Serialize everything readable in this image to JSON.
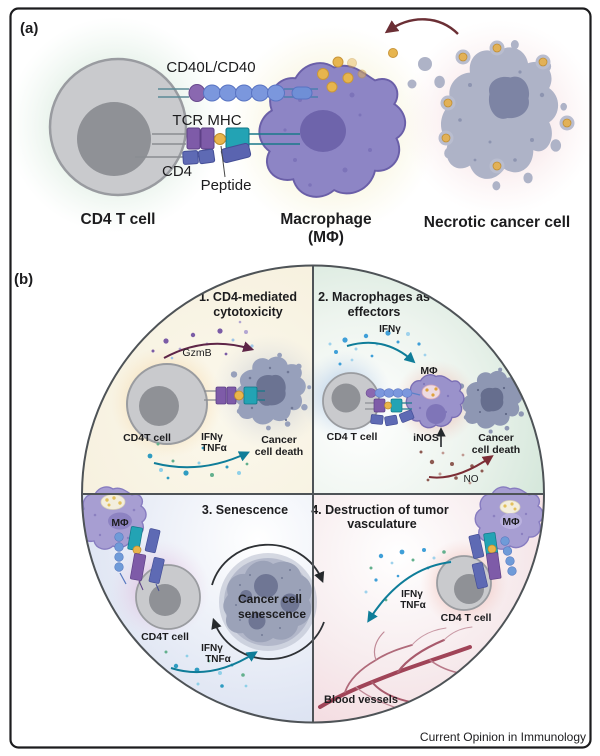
{
  "figure": {
    "panel_a": {
      "tag": "(a)",
      "receptor_labels": {
        "cd40": "CD40L/CD40",
        "tcr_mhc": "TCR MHC",
        "cd4": "CD4",
        "peptide": "Peptide"
      },
      "cells": {
        "t_cell": "CD4 T cell",
        "macrophage_1": "Macrophage",
        "macrophage_2": "(MΦ)",
        "necrotic": "Necrotic cancer cell"
      }
    },
    "panel_b": {
      "tag": "(b)",
      "q1": {
        "title_1": "1. CD4-mediated",
        "title_2": "cytotoxicity",
        "gzmb": "GzmB",
        "ifng": "IFNγ",
        "tnfa": "TNFα",
        "t_cell": "CD4T cell",
        "death_1": "Cancer",
        "death_2": "cell death"
      },
      "q2": {
        "title_1": "2. Macrophages as",
        "title_2": "effectors",
        "ifng": "IFNγ",
        "mphi": "MΦ",
        "t_cell": "CD4 T cell",
        "inos": "iNOS",
        "no": "NO",
        "death_1": "Cancer",
        "death_2": "cell death"
      },
      "q3": {
        "title": "3. Senescence",
        "mphi": "MΦ",
        "t_cell": "CD4T cell",
        "ifng": "IFNγ",
        "tnfa": "TNFα",
        "senescence_1": "Cancer cell",
        "senescence_2": "senescence"
      },
      "q4": {
        "title_1": "4. Destruction of tumor",
        "title_2": "vasculature",
        "mphi": "MΦ",
        "t_cell": "CD4 T cell",
        "ifng": "IFNγ",
        "tnfa": "TNFα",
        "vessels": "Blood vessels"
      }
    },
    "caption": "Current Opinion in Immunology",
    "colors": {
      "ifng": "#3aa5cf",
      "tnfa": "#7fbf9d",
      "gzmb": "#9c90c4",
      "cancer_death": "#96493f",
      "no": "#a3927f",
      "inos": "#474747",
      "senescence_text": "#3a3f4b"
    }
  }
}
